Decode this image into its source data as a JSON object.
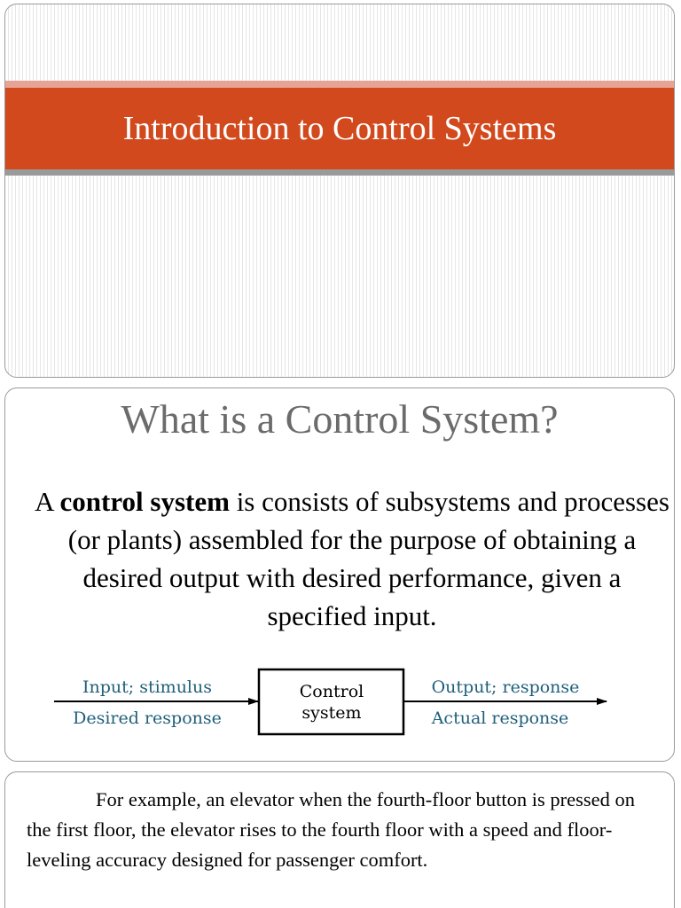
{
  "slides": [
    {
      "title": "Introduction to Control Systems",
      "colors": {
        "band": "#d1491d",
        "band_highlight": "#e7a393",
        "band_shadow": "#9a9a9a"
      }
    },
    {
      "heading": "What is a Control System?",
      "body": {
        "before": "A ",
        "bold": "control system",
        "after": " is consists of subsystems and processes (or plants) assembled for the purpose of obtaining a desired output with desired performance, given a specified input."
      },
      "diagram": {
        "input_top": "Input; stimulus",
        "input_bottom": "Desired response",
        "box_line1": "Control",
        "box_line2": "system",
        "output_top": "Output; response",
        "output_bottom": "Actual response",
        "colors": {
          "label": "#1f5f7a",
          "box": "#000000"
        }
      }
    },
    {
      "paragraph": "For example, an elevator when the fourth-floor button is pressed on the first floor, the elevator rises to the fourth floor with a speed and floor-leveling accuracy designed for passenger comfort."
    }
  ]
}
